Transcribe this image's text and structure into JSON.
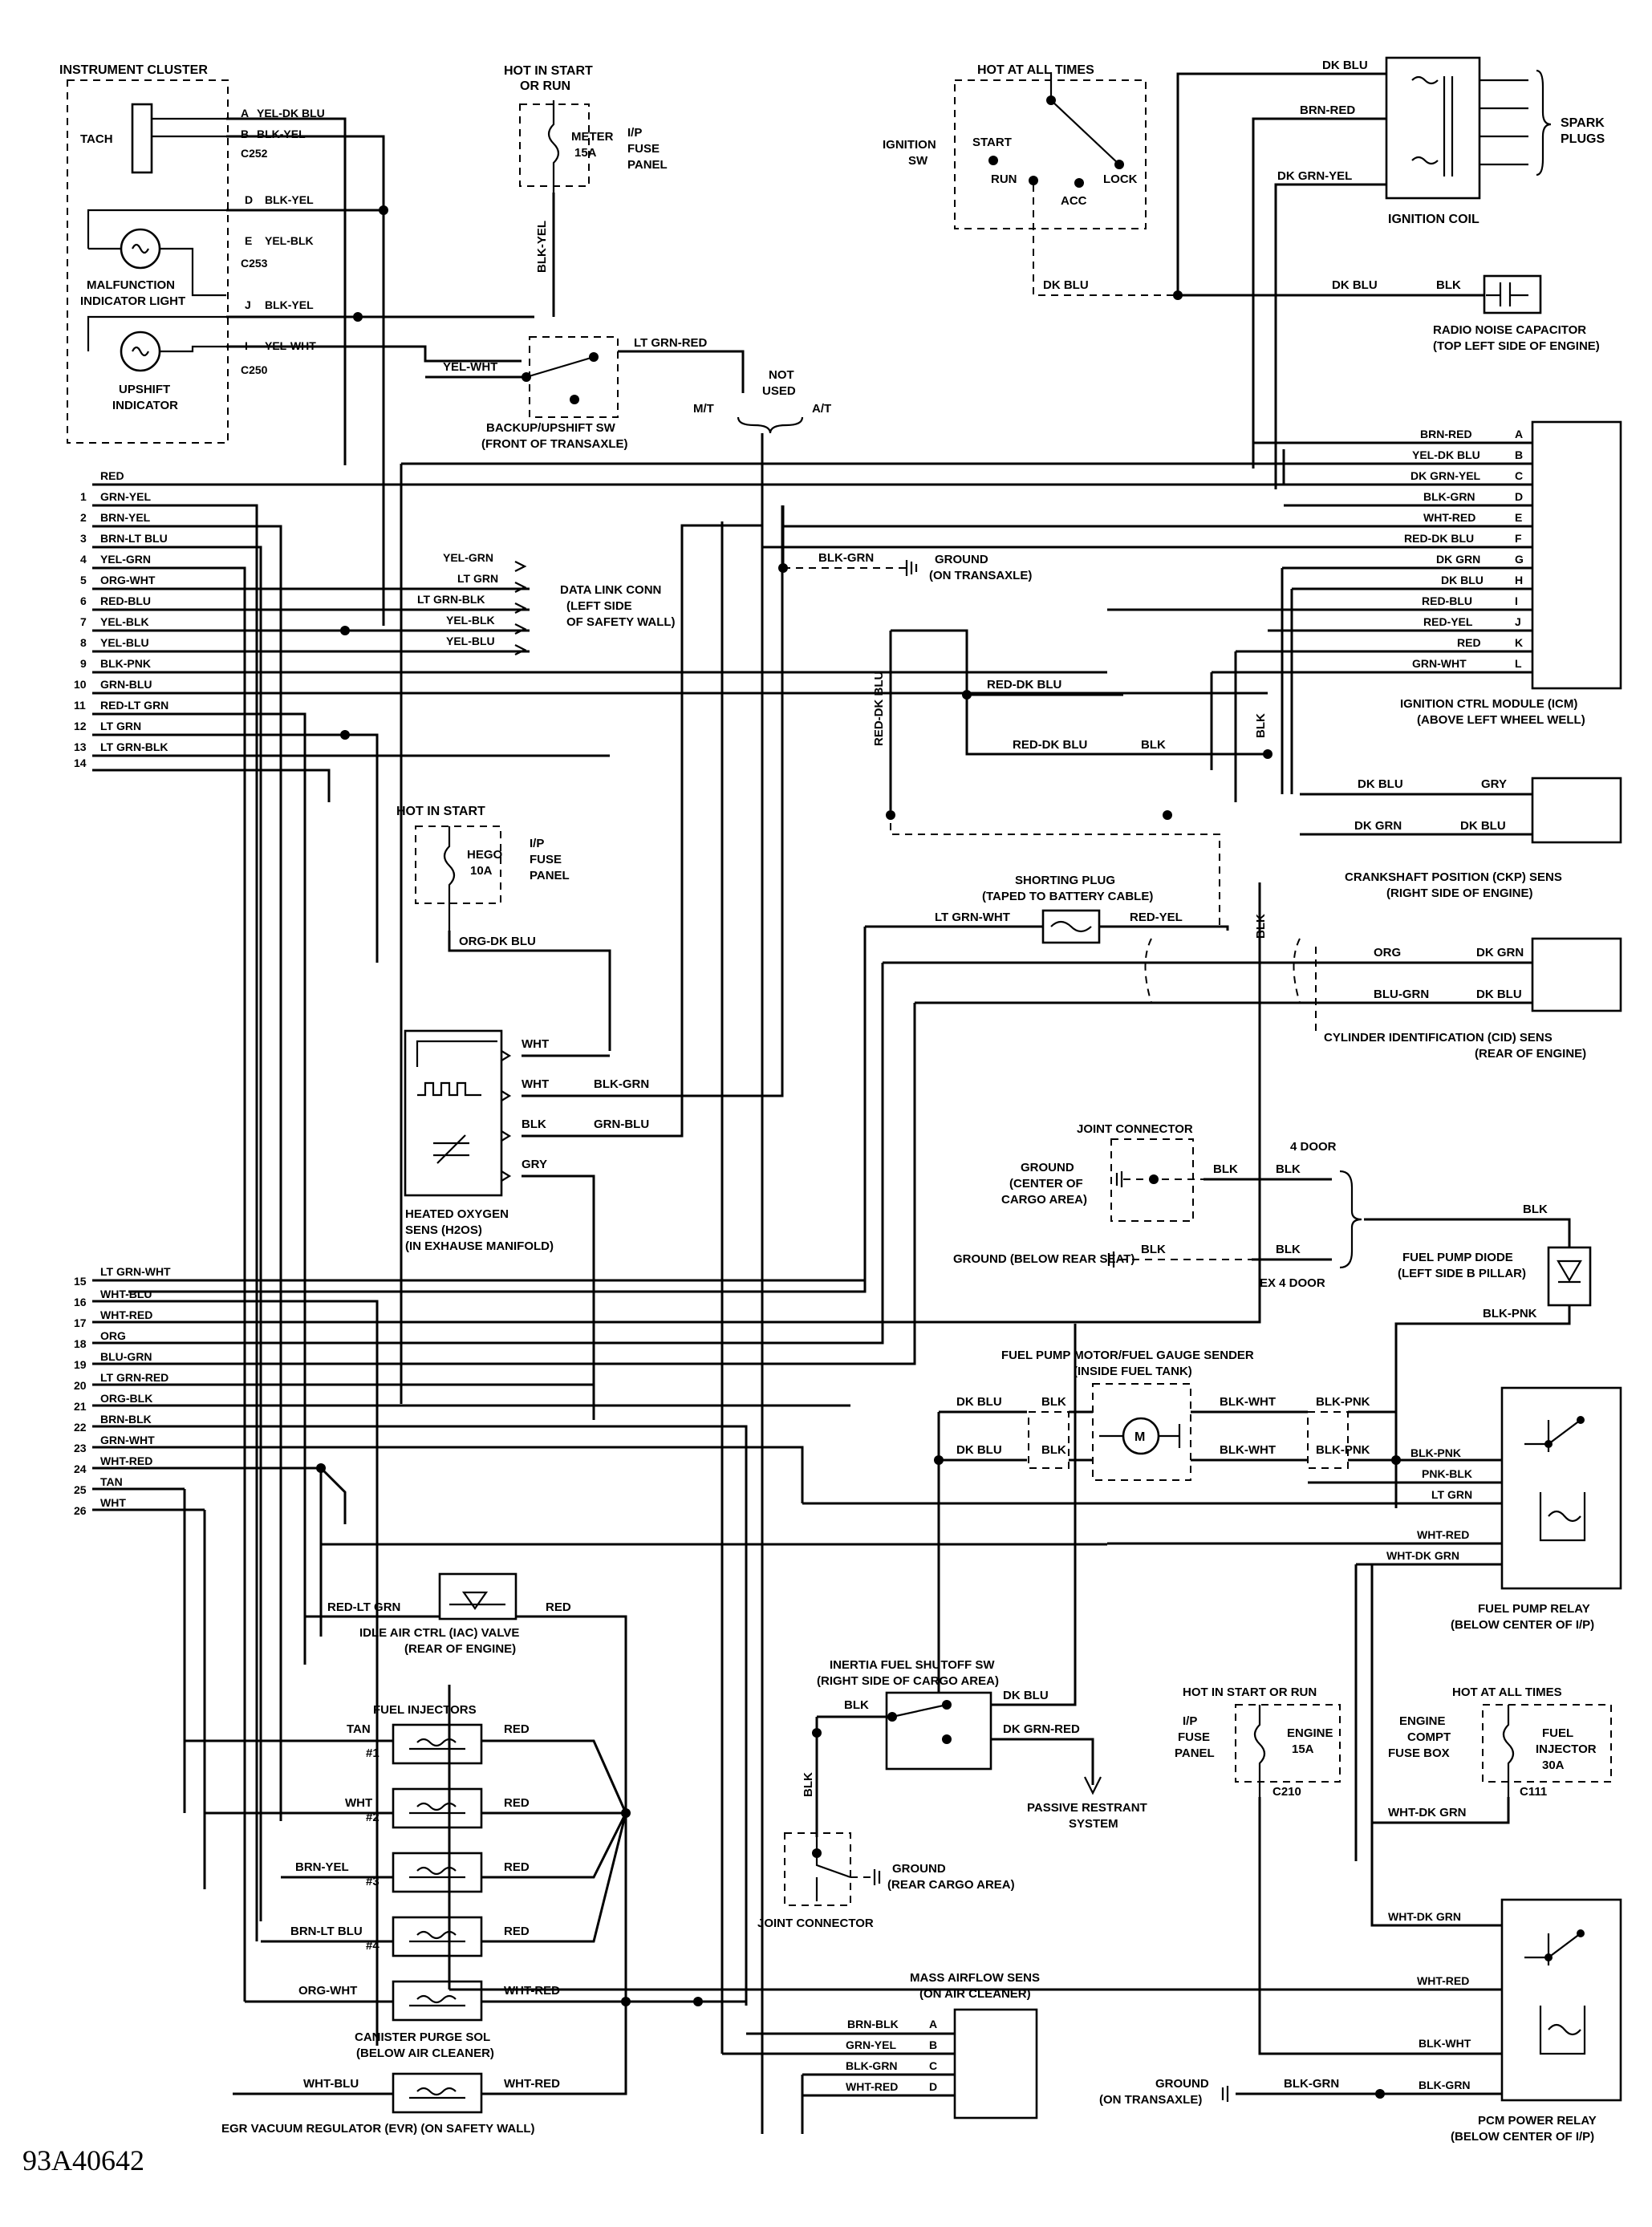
{
  "figure_code": "93A40642",
  "components": {
    "instrument_cluster": "INSTRUMENT CLUSTER",
    "tach": "TACH",
    "mil": [
      "MALFUNCTION",
      "INDICATOR LIGHT"
    ],
    "upshift": [
      "UPSHIFT",
      "INDICATOR"
    ],
    "hot_start_run": [
      "HOT IN START",
      "OR RUN"
    ],
    "meter_fuse": [
      "METER",
      "15A"
    ],
    "ip_fuse_panel": [
      "I/P",
      "FUSE",
      "PANEL"
    ],
    "hot_all_times": "HOT AT ALL TIMES",
    "ignition_sw": [
      "IGNITION",
      "SW"
    ],
    "ign_start": "START",
    "ign_run": "RUN",
    "ign_acc": "ACC",
    "ign_lock": "LOCK",
    "ignition_coil": "IGNITION COIL",
    "spark_plugs": [
      "SPARK",
      "PLUGS"
    ],
    "radio_cap": [
      "RADIO NOISE CAPACITOR",
      "(TOP LEFT SIDE OF ENGINE)"
    ],
    "backup_sw": [
      "BACKUP/UPSHIFT SW",
      "(FRONT OF TRANSAXLE)"
    ],
    "not_used": [
      "NOT",
      "USED"
    ],
    "mt": "M/T",
    "at": "A/T",
    "ground_transaxle": [
      "GROUND",
      "(ON TRANSAXLE)"
    ],
    "data_link": [
      "DATA LINK CONN",
      "(LEFT SIDE",
      "OF SAFETY WALL)"
    ],
    "icm": [
      "IGNITION CTRL MODULE (ICM)",
      "(ABOVE LEFT WHEEL WELL)"
    ],
    "shorting_plug": [
      "SHORTING PLUG",
      "(TAPED TO BATTERY CABLE)"
    ],
    "ckp": [
      "CRANKSHAFT POSITION (CKP) SENS",
      "(RIGHT SIDE OF ENGINE)"
    ],
    "cid": [
      "CYLINDER IDENTIFICATION (CID) SENS",
      "(REAR OF ENGINE)"
    ],
    "hot_start": "HOT IN START",
    "hego_fuse": [
      "HEGO",
      "10A"
    ],
    "h2os": [
      "HEATED OXYGEN",
      "SENS (H2OS)",
      "(IN EXHAUSE MANIFOLD)"
    ],
    "joint_connector": "JOINT CONNECTOR",
    "ground_cargo": [
      "GROUND",
      "(CENTER OF",
      "CARGO AREA)"
    ],
    "four_door": "4 DOOR",
    "ground_rear_seat": "GROUND (BELOW REAR SEAT)",
    "ex_four_door": "EX 4 DOOR",
    "fuel_pump_diode": [
      "FUEL PUMP DIODE",
      "(LEFT SIDE B PILLAR)"
    ],
    "fuel_pump_motor": [
      "FUEL PUMP MOTOR/FUEL GAUGE SENDER",
      "(INSIDE FUEL TANK)"
    ],
    "motor_symbol": "M",
    "fuel_pump_relay": [
      "FUEL PUMP RELAY",
      "(BELOW CENTER OF I/P)"
    ],
    "iac": [
      "IDLE AIR CTRL (IAC) VALVE",
      "(REAR OF ENGINE)"
    ],
    "fuel_injectors": "FUEL INJECTORS",
    "inj_nums": [
      "#1",
      "#2",
      "#3",
      "#4"
    ],
    "inertia_sw": [
      "INERTIA FUEL SHUTOFF SW",
      "(RIGHT SIDE OF CARGO AREA)"
    ],
    "passive_restraint": [
      "PASSIVE RESTRANT",
      "SYSTEM"
    ],
    "ground_rear_cargo": [
      "GROUND",
      "(REAR CARGO AREA)"
    ],
    "hot_start_or_run": "HOT IN START OR RUN",
    "ip_fuse_panel2": [
      "I/P",
      "FUSE",
      "PANEL"
    ],
    "engine_fuse": [
      "ENGINE",
      "15A"
    ],
    "hot_all_times2": "HOT AT ALL TIMES",
    "engine_fuse_box": [
      "ENGINE",
      "COMPT",
      "FUSE BOX"
    ],
    "fuel_inj_fuse": [
      "FUEL",
      "INJECTOR",
      "30A"
    ],
    "canister": [
      "CANISTER PURGE SOL",
      "(BELOW AIR CLEANER)"
    ],
    "egr": "EGR VACUUM REGULATOR (EVR) (ON SAFETY WALL)",
    "maf": [
      "MASS AIRFLOW SENS",
      "(ON AIR CLEANER)"
    ],
    "ground_transaxle2": [
      "GROUND",
      "(ON TRANSAXLE)"
    ],
    "pcm_relay": [
      "PCM POWER RELAY",
      "(BELOW CENTER OF I/P)"
    ]
  },
  "connectors": {
    "c252": "C252",
    "c253": "C253",
    "c250": "C250",
    "c210": "C210",
    "c111": "C111"
  },
  "cluster_pins": [
    {
      "pin": "A",
      "wire": "YEL-DK BLU"
    },
    {
      "pin": "B",
      "wire": "BLK-YEL"
    },
    {
      "pin": "D",
      "wire": "BLK-YEL"
    },
    {
      "pin": "E",
      "wire": "YEL-BLK"
    },
    {
      "pin": "J",
      "wire": "BLK-YEL"
    },
    {
      "pin": "I",
      "wire": "YEL-WHT"
    }
  ],
  "pcm_pins_top": [
    {
      "pin": "",
      "wire": "RED"
    },
    {
      "pin": "1",
      "wire": "GRN-YEL"
    },
    {
      "pin": "2",
      "wire": "BRN-YEL"
    },
    {
      "pin": "3",
      "wire": "BRN-LT BLU"
    },
    {
      "pin": "4",
      "wire": "YEL-GRN"
    },
    {
      "pin": "5",
      "wire": "ORG-WHT"
    },
    {
      "pin": "6",
      "wire": "RED-BLU"
    },
    {
      "pin": "7",
      "wire": "YEL-BLK"
    },
    {
      "pin": "8",
      "wire": "YEL-BLU"
    },
    {
      "pin": "9",
      "wire": "BLK-PNK"
    },
    {
      "pin": "10",
      "wire": "GRN-BLU"
    },
    {
      "pin": "11",
      "wire": "RED-LT GRN"
    },
    {
      "pin": "12",
      "wire": "LT GRN"
    },
    {
      "pin": "13",
      "wire": "LT GRN-BLK"
    },
    {
      "pin": "14",
      "wire": ""
    }
  ],
  "pcm_pins_bottom": [
    {
      "pin": "15",
      "wire": "LT GRN-WHT"
    },
    {
      "pin": "16",
      "wire": "WHT-BLU"
    },
    {
      "pin": "17",
      "wire": "WHT-RED"
    },
    {
      "pin": "18",
      "wire": "ORG"
    },
    {
      "pin": "19",
      "wire": "BLU-GRN"
    },
    {
      "pin": "20",
      "wire": "LT GRN-RED"
    },
    {
      "pin": "21",
      "wire": "ORG-BLK"
    },
    {
      "pin": "22",
      "wire": "BRN-BLK"
    },
    {
      "pin": "23",
      "wire": "GRN-WHT"
    },
    {
      "pin": "24",
      "wire": "WHT-RED"
    },
    {
      "pin": "25",
      "wire": "TAN"
    },
    {
      "pin": "26",
      "wire": "WHT"
    }
  ],
  "data_link_wires": [
    "YEL-GRN",
    "LT GRN",
    "LT GRN-BLK",
    "YEL-BLK",
    "YEL-BLU"
  ],
  "icm_pins": [
    {
      "pin": "A",
      "wire": "BRN-RED"
    },
    {
      "pin": "B",
      "wire": "YEL-DK BLU"
    },
    {
      "pin": "C",
      "wire": "DK GRN-YEL"
    },
    {
      "pin": "D",
      "wire": "BLK-GRN"
    },
    {
      "pin": "E",
      "wire": "WHT-RED"
    },
    {
      "pin": "F",
      "wire": "RED-DK BLU"
    },
    {
      "pin": "G",
      "wire": "DK GRN"
    },
    {
      "pin": "H",
      "wire": "DK BLU"
    },
    {
      "pin": "I",
      "wire": "RED-BLU"
    },
    {
      "pin": "J",
      "wire": "RED-YEL"
    },
    {
      "pin": "K",
      "wire": "RED"
    },
    {
      "pin": "L",
      "wire": "GRN-WHT"
    }
  ],
  "maf_pins": [
    {
      "pin": "A",
      "wire": "BRN-BLK"
    },
    {
      "pin": "B",
      "wire": "GRN-YEL"
    },
    {
      "pin": "C",
      "wire": "BLK-GRN"
    },
    {
      "pin": "D",
      "wire": "WHT-RED"
    }
  ],
  "fp_relay_wires": [
    "BLK-PNK",
    "PNK-BLK",
    "LT GRN",
    "WHT-RED",
    "WHT-DK GRN"
  ],
  "pcm_relay_wires": [
    "WHT-DK GRN",
    "WHT-RED",
    "BLK-WHT",
    "BLK-GRN"
  ],
  "wires": {
    "yel_blk": "YEL-BLK",
    "dk_blu": "DK BLU",
    "brn_red": "BRN-RED",
    "dk_grn_yel": "DK GRN-YEL",
    "blk": "BLK",
    "blk_yel": "BLK-YEL",
    "yel_wht": "YEL-WHT",
    "lt_grn_red": "LT GRN-RED",
    "blk_grn": "BLK-GRN",
    "red_dk_blu": "RED-DK BLU",
    "gry": "GRY",
    "dk_grn": "DK GRN",
    "lt_grn_wht": "LT GRN-WHT",
    "red_yel": "RED-YEL",
    "orn": "ORG",
    "blu_grn": "BLU-GRN",
    "org_dk_blu": "ORG-DK BLU",
    "wht": "WHT",
    "grn_blu": "GRN-BLU",
    "blk_pnk": "BLK-PNK",
    "blk_wht": "BLK-WHT",
    "red_lt_grn": "RED-LT GRN",
    "red": "RED",
    "tan": "TAN",
    "brn_yel": "BRN-YEL",
    "brn_lt_blu": "BRN-LT BLU",
    "org_wht": "ORG-WHT",
    "wht_red": "WHT-RED",
    "wht_blu": "WHT-BLU",
    "dk_grn_red": "DK GRN-RED",
    "wht_dk_grn": "WHT-DK GRN"
  }
}
